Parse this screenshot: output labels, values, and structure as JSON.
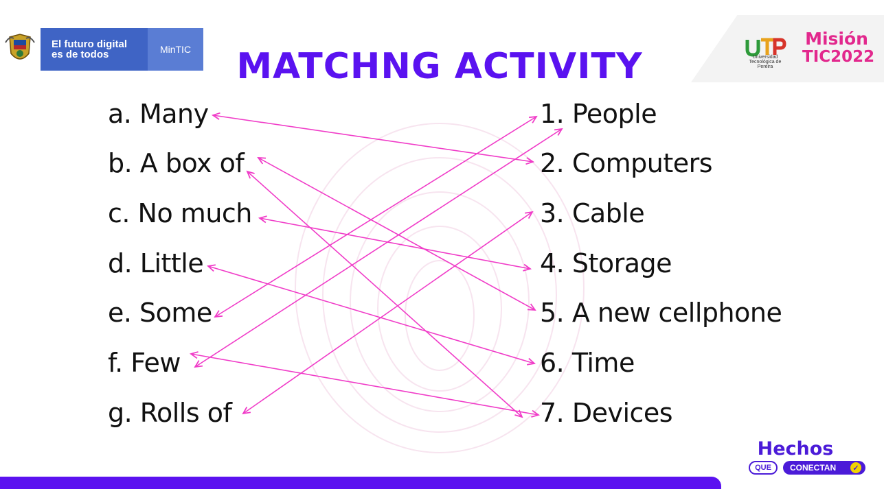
{
  "header": {
    "brand_text": "El futuro digital\nes de todos",
    "brand_sub": "MinTIC",
    "title": "MATCHNG ACTIVITY",
    "partner_name": "Universidad Tecnológica de Pereira",
    "mision_line1": "Misión",
    "mision_line2": "TIC2022"
  },
  "left_items": [
    "a. Many",
    "b. A box of",
    "c. No much",
    "d. Little",
    "e. Some",
    "f. Few",
    "g. Rolls of"
  ],
  "right_items": [
    "1. People",
    "2. Computers",
    "3. Cable",
    "4. Storage",
    "5. A new cellphone",
    "6. Time",
    "7. Devices"
  ],
  "matches": [
    {
      "left": "a",
      "right": "2"
    },
    {
      "left": "b",
      "right": "5"
    },
    {
      "left": "b",
      "right": "7"
    },
    {
      "left": "c",
      "right": "4"
    },
    {
      "left": "d",
      "right": "6"
    },
    {
      "left": "e",
      "right": "1"
    },
    {
      "left": "f",
      "right": "1"
    },
    {
      "left": "f",
      "right": "7"
    },
    {
      "left": "g",
      "right": "3"
    }
  ],
  "colors": {
    "title": "#5a12f0",
    "arrows": "#f03cc8",
    "brand_blue": "#3f64c5",
    "footer": "#5b12f0"
  },
  "footer": {
    "hechos": "Hechos",
    "que": "QUE",
    "conectan": "CONECTAN"
  }
}
